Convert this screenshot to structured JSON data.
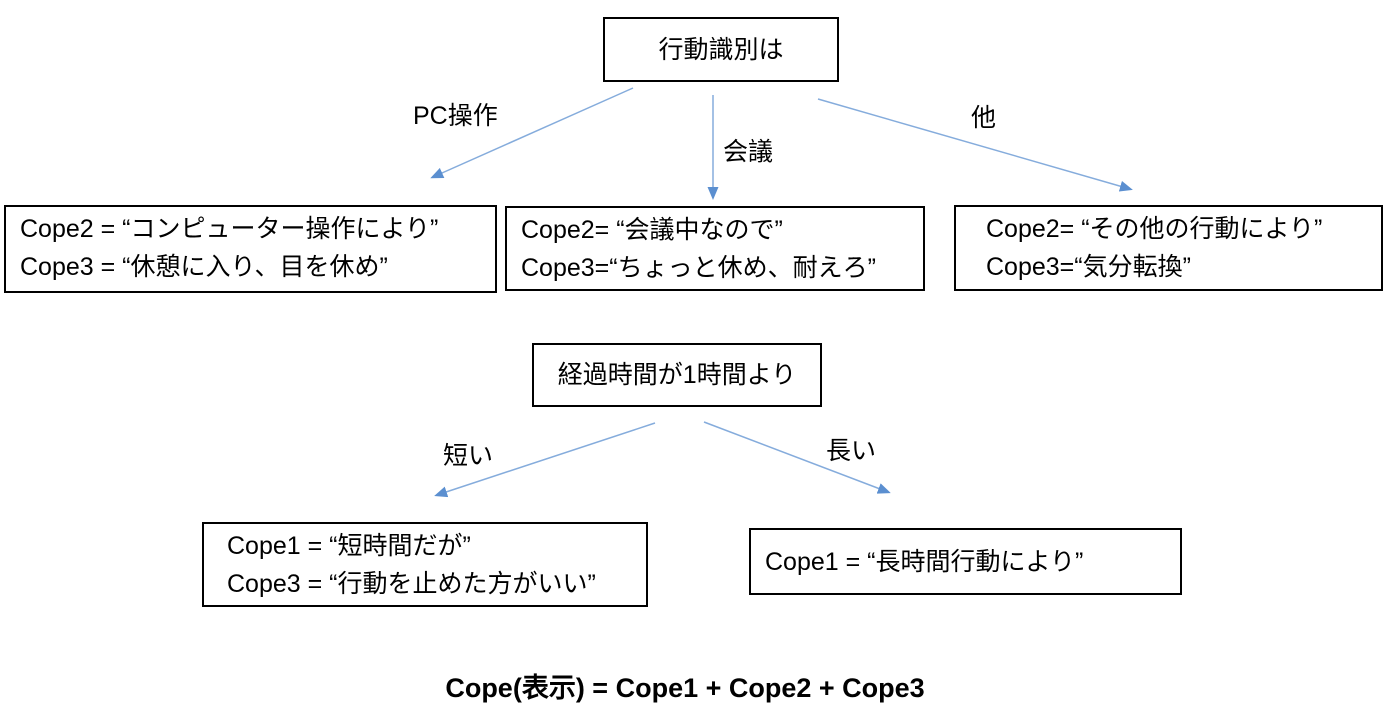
{
  "diagram": {
    "arrow_line_color": "#85ACDC",
    "arrow_head_color": "#5B8FD0",
    "root": {
      "label": "行動識別は"
    },
    "branches": {
      "pc": {
        "edge_label": "PC操作",
        "line1": "Cope2 = “コンピューター操作により”",
        "line2": "Cope3 = “休憩に入り、目を休め”"
      },
      "meeting": {
        "edge_label": "会議",
        "line1": "Cope2= “会議中なので”",
        "line2": "Cope3=“ちょっと休め、耐えろ”"
      },
      "other": {
        "edge_label": "他",
        "line1": "Cope2= “その他の行動により”",
        "line2": "Cope3=“気分転換”"
      }
    },
    "elapsed": {
      "label": "経過時間が1時間より"
    },
    "duration": {
      "short": {
        "edge_label": "短い",
        "line1": "Cope1 = “短時間だが”",
        "line2": "Cope3 = “行動を止めた方がいい”"
      },
      "long": {
        "edge_label": "長い",
        "line1": "Cope1 = “長時間行動により”"
      }
    },
    "formula": "Cope(表示) = Cope1 + Cope2 + Cope3"
  }
}
